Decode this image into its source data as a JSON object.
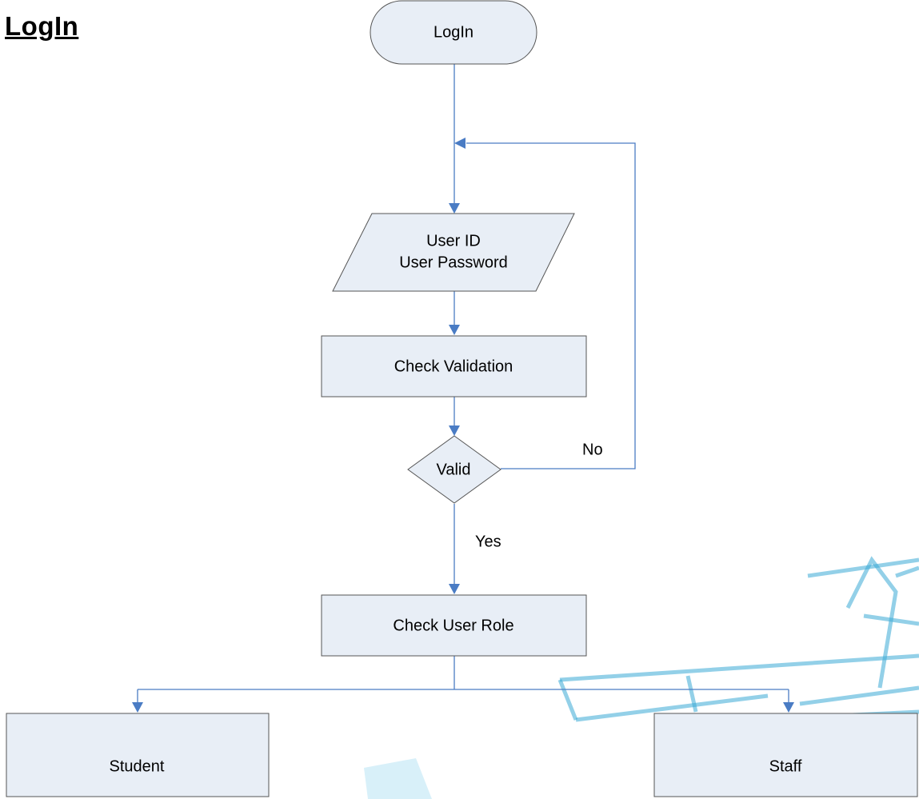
{
  "title": "LogIn",
  "nodes": {
    "start": "LogIn",
    "input_line1": "User ID",
    "input_line2": "User Password",
    "check_validation": "Check Validation",
    "decision": "Valid",
    "check_role": "Check User Role",
    "student": "Student",
    "staff": "Staff"
  },
  "edges": {
    "no_label": "No",
    "yes_label": "Yes"
  },
  "colors": {
    "connector": "#4a7cc4",
    "node_fill": "#e8eef6",
    "node_stroke": "#555555"
  }
}
